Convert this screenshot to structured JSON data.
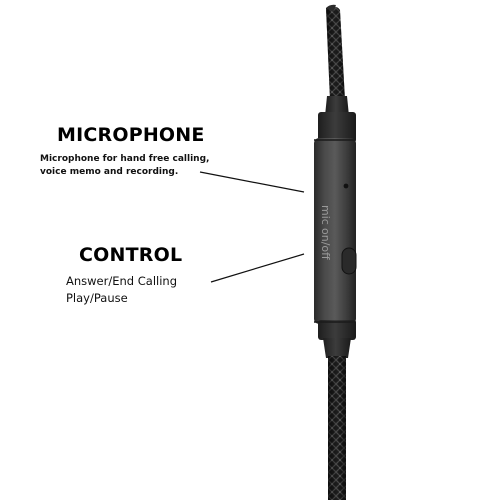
{
  "microphone": {
    "title": "MICROPHONE",
    "description": [
      "Microphone for hand free calling,",
      "voice memo and recording."
    ]
  },
  "control": {
    "title": "CONTROL",
    "description": [
      "Answer/End Calling",
      "Play/Pause"
    ]
  },
  "device_markings": {
    "mic_label": "mic",
    "button_label": "on/off"
  },
  "colors": {
    "background": "#ffffff",
    "housing": "#3e3e3e",
    "cable": "#1c1c1c",
    "leader_line": "#111111"
  }
}
